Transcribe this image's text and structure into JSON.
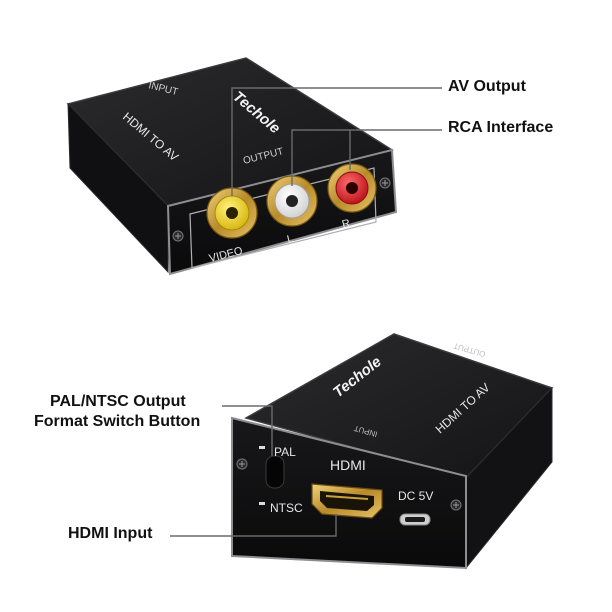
{
  "callouts": {
    "av_output": "AV Output",
    "rca_interface": "RCA Interface",
    "pal_ntsc_line1": "PAL/NTSC Output",
    "pal_ntsc_line2": "Format Switch Button",
    "hdmi_input": "HDMI Input"
  },
  "device_top": {
    "brand": "Techole",
    "model": "HDMI TO AV",
    "input_label": "INPUT",
    "output_label": "OUTPUT",
    "port_video": "VIDEO",
    "port_l": "L",
    "port_r": "R"
  },
  "device_bottom": {
    "brand": "Techole",
    "model": "HDMI TO AV",
    "input_label": "INPUT",
    "output_label": "OUTPUT",
    "pal": "PAL",
    "ntsc": "NTSC",
    "hdmi": "HDMI",
    "dc": "DC 5V"
  },
  "colors": {
    "body": "#1c1c1e",
    "face": "#0e0e10",
    "edge": "#9a9a9e",
    "rca_yellow": "#f2d21b",
    "rca_white": "#f4f4f4",
    "rca_red": "#e0202a",
    "gold": "#c9a23c",
    "leader": "#6a6a6a"
  }
}
